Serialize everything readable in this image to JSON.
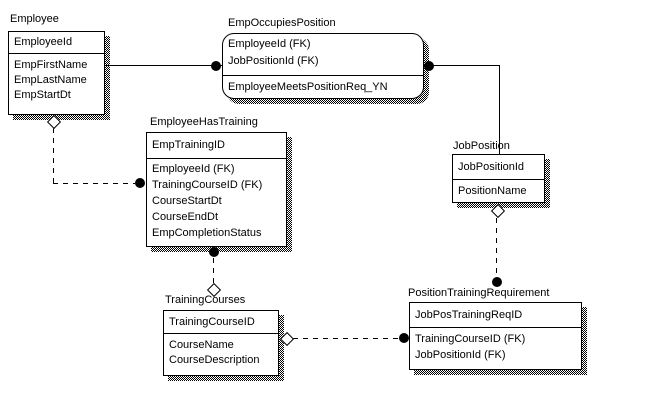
{
  "diagram": {
    "type": "entity-relationship-idef1x",
    "colors": {
      "line": "#000000",
      "fill": "#ffffff",
      "text": "#000000",
      "background": "#ffffff"
    },
    "entities": {
      "employee": {
        "title": "Employee",
        "pk": [
          "EmployeeId"
        ],
        "attrs": [
          "EmpFirstName",
          "EmpLastName",
          "EmpStartDt"
        ]
      },
      "empOccupiesPosition": {
        "title": "EmpOccupiesPosition",
        "pk": [
          "EmployeeId (FK)",
          "JobPositionId (FK)"
        ],
        "attrs": [
          "EmployeeMeetsPositionReq_YN"
        ]
      },
      "employeeHasTraining": {
        "title": "EmployeeHasTraining",
        "pk": [
          "EmpTrainingID"
        ],
        "attrs": [
          "EmployeeId (FK)",
          "TrainingCourseID (FK)",
          "CourseStartDt",
          "CourseEndDt",
          "EmpCompletionStatus"
        ]
      },
      "jobPosition": {
        "title": "JobPosition",
        "pk": [
          "JobPositionId"
        ],
        "attrs": [
          "PositionName"
        ]
      },
      "trainingCourses": {
        "title": "TrainingCourses",
        "pk": [
          "TrainingCourseID"
        ],
        "attrs": [
          "CourseName",
          "CourseDescription"
        ]
      },
      "positionTrainingRequirement": {
        "title": "PositionTrainingRequirement",
        "pk": [
          "JobPosTrainingReqID"
        ],
        "attrs": [
          "TrainingCourseID (FK)",
          "JobPositionId (FK)"
        ]
      }
    },
    "relationships": [
      {
        "parent": "Employee",
        "child": "EmpOccupiesPosition",
        "line": "solid",
        "child_end": "filled-dot",
        "parent_end": "none"
      },
      {
        "parent": "JobPosition",
        "child": "EmpOccupiesPosition",
        "line": "solid",
        "child_end": "filled-dot",
        "parent_end": "none"
      },
      {
        "parent": "Employee",
        "child": "EmployeeHasTraining",
        "line": "dashed",
        "child_end": "filled-dot",
        "parent_end": "open-diamond"
      },
      {
        "parent": "TrainingCourses",
        "child": "EmployeeHasTraining",
        "line": "dashed",
        "child_end": "filled-dot",
        "parent_end": "open-diamond"
      },
      {
        "parent": "TrainingCourses",
        "child": "PositionTrainingRequirement",
        "line": "dashed",
        "child_end": "filled-dot",
        "parent_end": "open-diamond"
      },
      {
        "parent": "JobPosition",
        "child": "PositionTrainingRequirement",
        "line": "dashed",
        "child_end": "filled-dot",
        "parent_end": "open-diamond"
      }
    ]
  }
}
